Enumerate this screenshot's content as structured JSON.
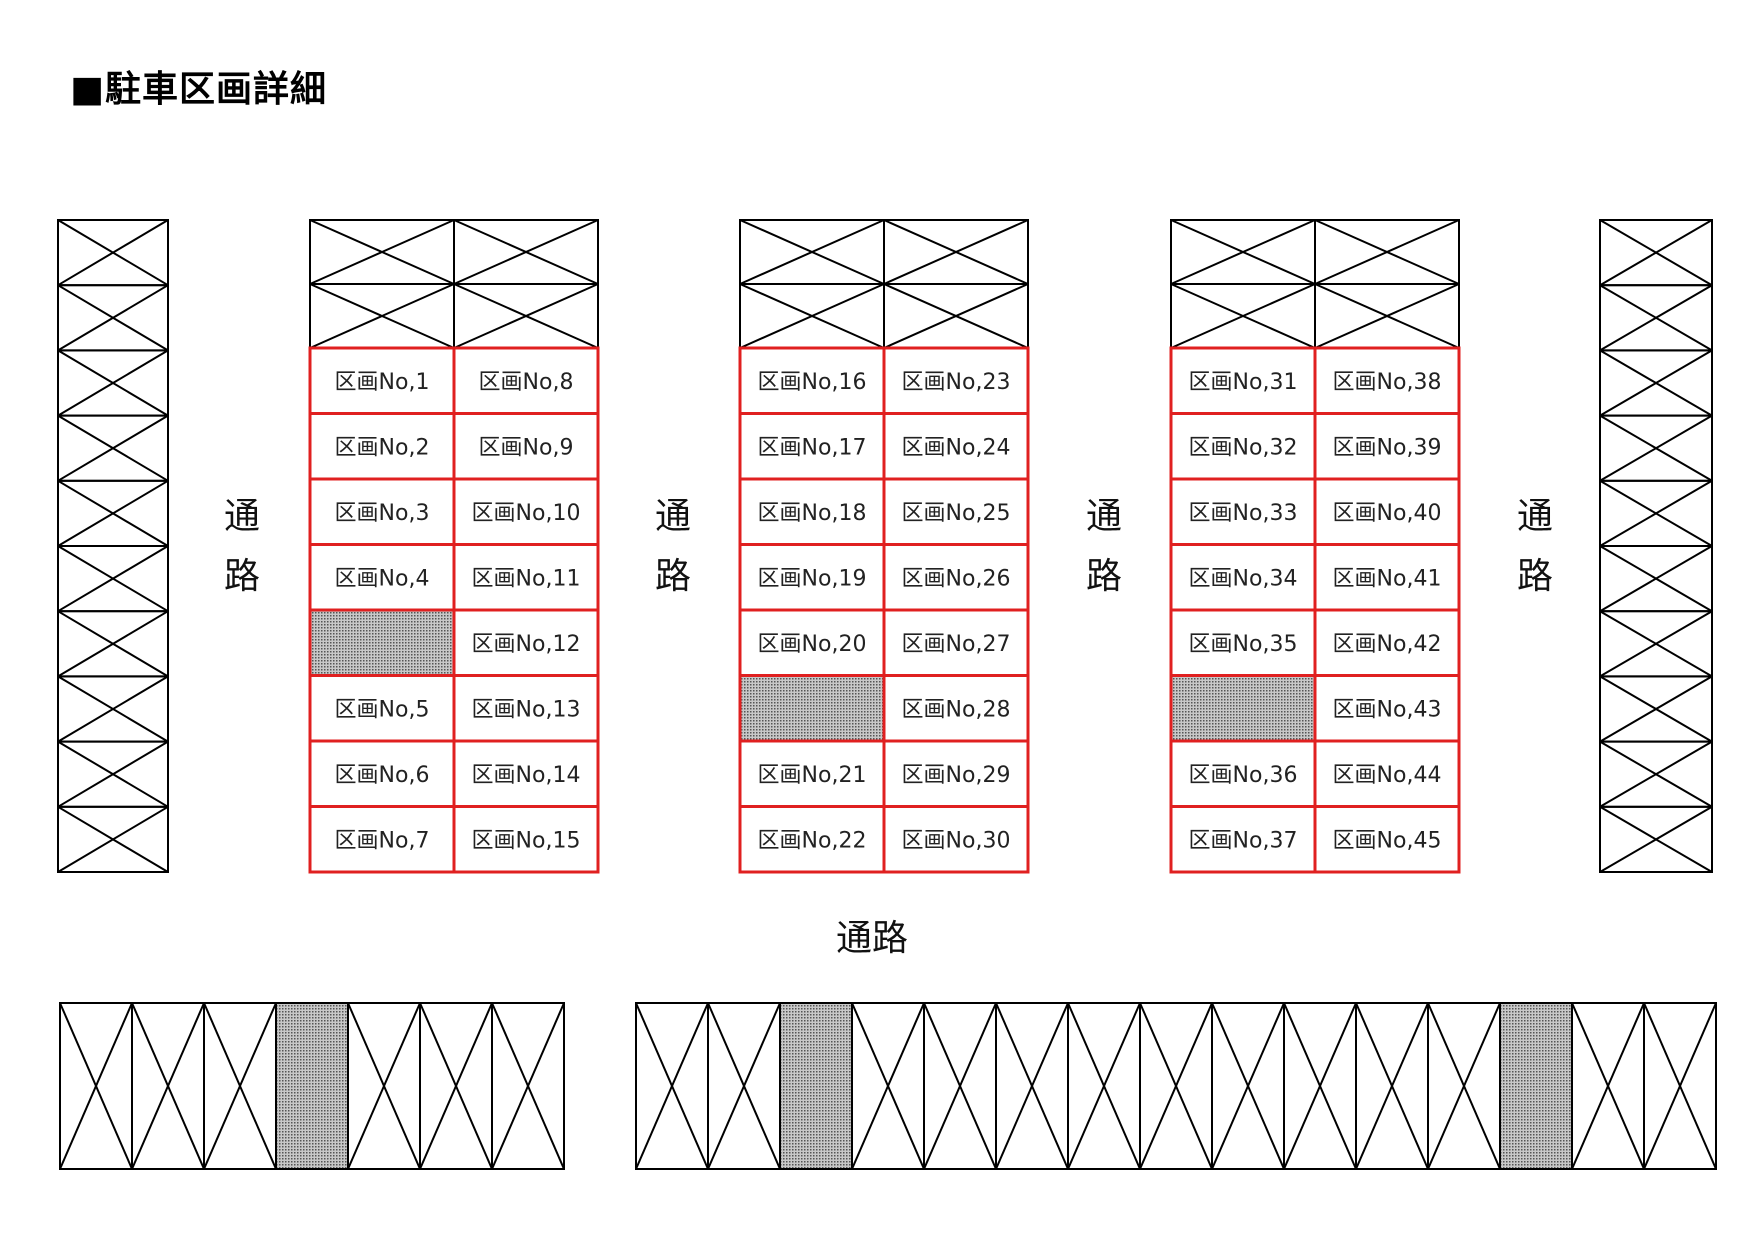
{
  "title": "■駐車区画詳細",
  "colors": {
    "lot_border": "#e02020",
    "structure_line": "#000000",
    "shaded_fill": "#999999"
  },
  "aisle_label_vertical": "通\n路",
  "aisle_label_horizontal": "通路",
  "blocks": [
    {
      "left": [
        "区画No,1",
        "区画No,2",
        "区画No,3",
        "区画No,4",
        "",
        "区画No,5",
        "区画No,6",
        "区画No,7"
      ],
      "right": [
        "区画No,8",
        "区画No,9",
        "区画No,10",
        "区画No,11",
        "区画No,12",
        "区画No,13",
        "区画No,14",
        "区画No,15"
      ]
    },
    {
      "left": [
        "区画No,16",
        "区画No,17",
        "区画No,18",
        "区画No,19",
        "区画No,20",
        "",
        "区画No,21",
        "区画No,22"
      ],
      "right": [
        "区画No,23",
        "区画No,24",
        "区画No,25",
        "区画No,26",
        "区画No,27",
        "区画No,28",
        "区画No,29",
        "区画No,30"
      ]
    },
    {
      "left": [
        "区画No,31",
        "区画No,32",
        "区画No,33",
        "区画No,34",
        "区画No,35",
        "",
        "区画No,36",
        "区画No,37"
      ],
      "right": [
        "区画No,38",
        "区画No,39",
        "区画No,40",
        "区画No,41",
        "区画No,42",
        "区画No,43",
        "区画No,44",
        "区画No,45"
      ]
    }
  ],
  "bottom_rows": [
    {
      "slots": 7,
      "shaded": [
        3
      ]
    },
    {
      "slots": 15,
      "shaded": [
        2,
        12
      ]
    }
  ]
}
